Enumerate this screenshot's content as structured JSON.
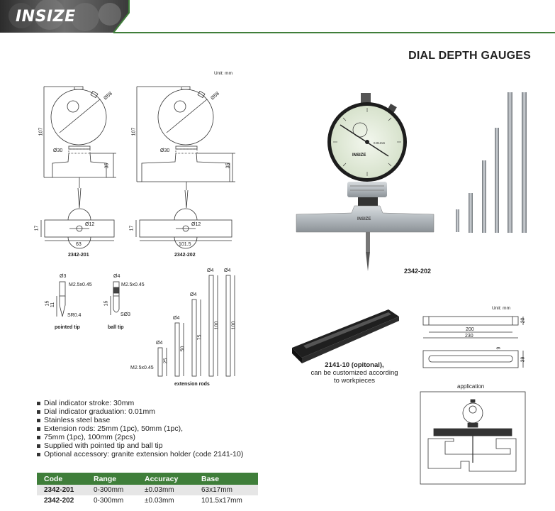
{
  "brand": {
    "logo": "INSIZE",
    "accent": "#3f7e3a"
  },
  "page_title": "DIAL DEPTH GAUGES",
  "unit_label": "Unit: mm",
  "unit_label_2": "Unit: mm",
  "dims": {
    "height_107": "107",
    "height_35": "35",
    "dia_58": "Ø58",
    "dia_30": "Ø30",
    "dia_12": "Ø12",
    "h17": "17",
    "w63": "63",
    "w101": "101.5"
  },
  "models": {
    "m201": "2342-201",
    "m202": "2342-202",
    "photo_label": "2342-202"
  },
  "tips": {
    "d3": "Ø3",
    "d4": "Ø4",
    "thread": "M2.5x0.45",
    "l15": "15",
    "l11": "11",
    "sr": "SR0.4",
    "s3": "SØ3",
    "pointed": "pointed tip",
    "ball": "ball tip"
  },
  "rods": {
    "d4": "Ø4",
    "thread": "M2.5x0.45",
    "l25": "25",
    "l50": "50",
    "l75": "75",
    "l100": "100",
    "label": "extension rods"
  },
  "holder": {
    "w200": "200",
    "w230": "230",
    "h20": "20",
    "h39": "39",
    "slot9": "9",
    "caption_code": "2141-10 (opitonal),",
    "caption_rest1": "can be customized according",
    "caption_rest2": "to workpieces"
  },
  "application_label": "application",
  "dial": {
    "brand": "INSIZE",
    "grad": "0.01mm"
  },
  "features": [
    "Dial indicator stroke: 30mm",
    "Dial indicator graduation: 0.01mm",
    "Stainless steel base",
    "Extension rods: 25mm (1pc), 50mm (1pc),",
    "75mm (1pc), 100mm (2pcs)",
    "Supplied with pointed tip and ball tip",
    "Optional accessory: granite extension holder (code 2141-10)"
  ],
  "table": {
    "headers": [
      "Code",
      "Range",
      "Accuracy",
      "Base"
    ],
    "rows": [
      [
        "2342-201",
        "0-300mm",
        "±0.03mm",
        "63x17mm"
      ],
      [
        "2342-202",
        "0-300mm",
        "±0.03mm",
        "101.5x17mm"
      ]
    ]
  }
}
